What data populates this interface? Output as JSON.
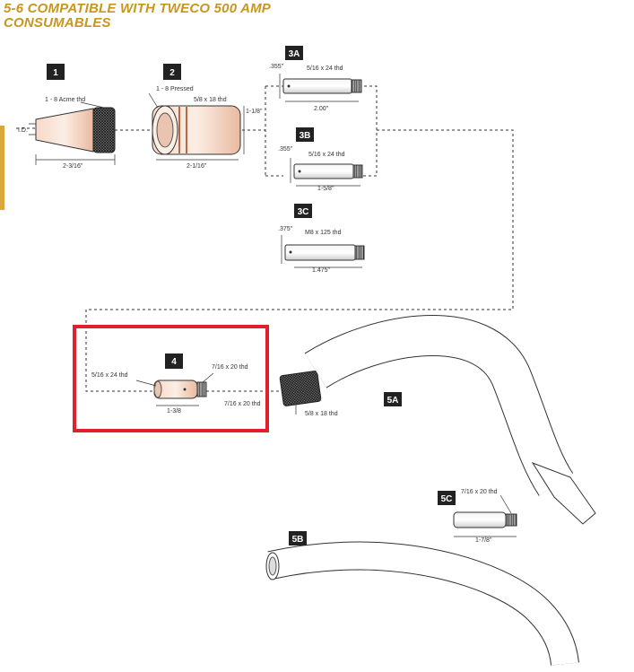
{
  "header": {
    "title_line1": "5-6 COMPATIBLE WITH TWECO 500 AMP",
    "title_line2": "CONSUMABLES"
  },
  "colors": {
    "title": "#c8961e",
    "highlight": "#e0202a",
    "badge": "#222222"
  },
  "parts": {
    "p1": {
      "badge": "1",
      "thread": "1 - 8 Acme thd",
      "length": "2-3/16\"",
      "id_label": "I.D."
    },
    "p2": {
      "badge": "2",
      "thread": "1 - 8 Pressed",
      "thread2": "5/8 x 18 thd",
      "dia": "1-1/8\"",
      "length": "2-1/16\""
    },
    "p3a": {
      "badge": "3A",
      "dia": ".355\"",
      "thread": "5/16 x 24 thd",
      "length": "2.00\""
    },
    "p3b": {
      "badge": "3B",
      "dia": ".355\"",
      "thread": "5/16 x 24 thd",
      "length": "1-5/8\""
    },
    "p3c": {
      "badge": "3C",
      "dia": ".375\"",
      "thread": "M8 x 125 thd",
      "length": "1.475\""
    },
    "p4": {
      "badge": "4",
      "thread_left": "5/16 x 24 thd",
      "thread_right": "7/16 x 20 thd",
      "length": "1-3/8"
    },
    "p5a": {
      "badge": "5A",
      "thread_in": "7/16 x 20 thd",
      "thread_out": "5/8 x 18 thd"
    },
    "p5b": {
      "badge": "5B"
    },
    "p5c": {
      "badge": "5C",
      "thread": "7/16 x 20 thd",
      "length": "1-7/8\""
    }
  }
}
